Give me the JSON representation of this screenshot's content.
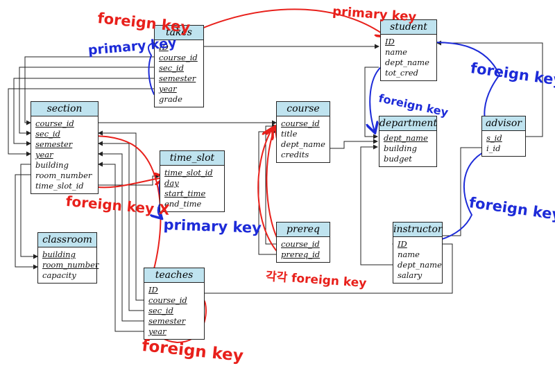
{
  "tables": {
    "takes": {
      "name": "takes",
      "attributes": [
        {
          "text": "ID",
          "pk": true
        },
        {
          "text": "course_id",
          "pk": true
        },
        {
          "text": "sec_id",
          "pk": true
        },
        {
          "text": "semester",
          "pk": true
        },
        {
          "text": "year",
          "pk": true
        },
        {
          "text": "grade",
          "pk": false
        }
      ]
    },
    "student": {
      "name": "student",
      "attributes": [
        {
          "text": "ID",
          "pk": true
        },
        {
          "text": "name",
          "pk": false
        },
        {
          "text": "dept_name",
          "pk": false
        },
        {
          "text": "tot_cred",
          "pk": false
        }
      ]
    },
    "section": {
      "name": "section",
      "attributes": [
        {
          "text": "course_id",
          "pk": true
        },
        {
          "text": "sec_id",
          "pk": true
        },
        {
          "text": "semester",
          "pk": true
        },
        {
          "text": "year",
          "pk": true
        },
        {
          "text": "building",
          "pk": false
        },
        {
          "text": "room_number",
          "pk": false
        },
        {
          "text": "time_slot_id",
          "pk": false
        }
      ]
    },
    "course": {
      "name": "course",
      "attributes": [
        {
          "text": "course_id",
          "pk": true
        },
        {
          "text": "title",
          "pk": false
        },
        {
          "text": "dept_name",
          "pk": false
        },
        {
          "text": "credits",
          "pk": false
        }
      ]
    },
    "department": {
      "name": "department",
      "attributes": [
        {
          "text": "dept_name",
          "pk": true
        },
        {
          "text": "building",
          "pk": false
        },
        {
          "text": "budget",
          "pk": false
        }
      ]
    },
    "advisor": {
      "name": "advisor",
      "attributes": [
        {
          "text": "s_id",
          "pk": true
        },
        {
          "text": "i_id",
          "pk": false
        }
      ]
    },
    "time_slot": {
      "name": "time_slot",
      "attributes": [
        {
          "text": "time_slot_id",
          "pk": true
        },
        {
          "text": "day",
          "pk": true
        },
        {
          "text": "start_time",
          "pk": true
        },
        {
          "text": "end_time",
          "pk": false
        }
      ]
    },
    "classroom": {
      "name": "classroom",
      "attributes": [
        {
          "text": "building",
          "pk": true
        },
        {
          "text": "room_number",
          "pk": true
        },
        {
          "text": "capacity",
          "pk": false
        }
      ]
    },
    "prereq": {
      "name": "prereq",
      "attributes": [
        {
          "text": "course_id",
          "pk": true
        },
        {
          "text": "prereq_id",
          "pk": true
        }
      ]
    },
    "instructor": {
      "name": "instructor",
      "attributes": [
        {
          "text": "ID",
          "pk": true
        },
        {
          "text": "name",
          "pk": false
        },
        {
          "text": "dept_name",
          "pk": false
        },
        {
          "text": "salary",
          "pk": false
        }
      ]
    },
    "teaches": {
      "name": "teaches",
      "attributes": [
        {
          "text": "ID",
          "pk": true
        },
        {
          "text": "course_id",
          "pk": true
        },
        {
          "text": "sec_id",
          "pk": true
        },
        {
          "text": "semester",
          "pk": true
        },
        {
          "text": "year",
          "pk": true
        }
      ]
    }
  },
  "annotations": {
    "takes_foreign_key": "foreign key",
    "student_primary_key": "primary key",
    "takes_primary_key": "primary key",
    "student_foreign_key": "foreign key",
    "department_foreign_key": "foreign key",
    "section_foreign_key": "foreign key X",
    "time_slot_primary_key": "primary key",
    "instructor_foreign_key": "foreign key",
    "prereq_foreign_key": "각각 foreign key",
    "teaches_foreign_key": "foreign key"
  },
  "colors": {
    "header_fill": "#bfe3ef",
    "annotation_red": "#e8201b",
    "annotation_blue": "#1d2bd8",
    "line": "#222222"
  }
}
